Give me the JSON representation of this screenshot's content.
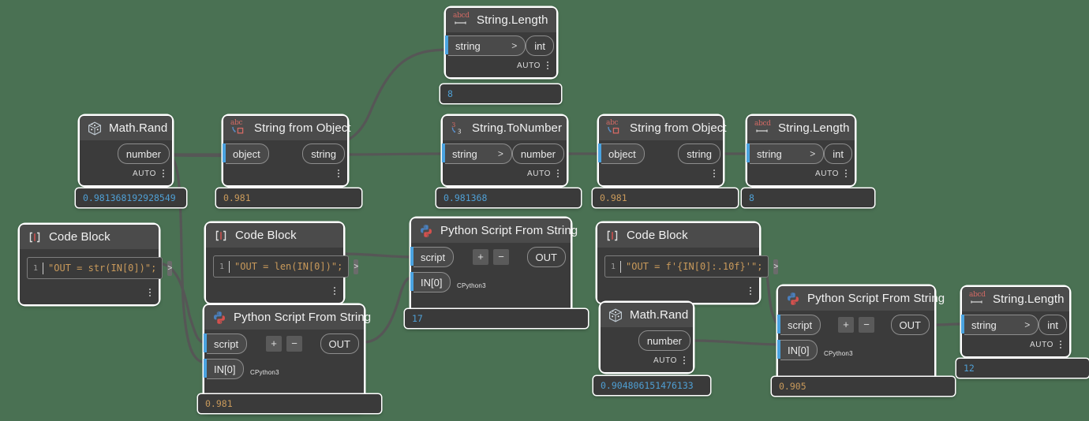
{
  "app": {
    "name": "Dynamo node graph canvas",
    "canvas_background": "#4a7153",
    "node_body_color": "#3b3b3b",
    "node_header_color": "#4b4b4b",
    "port_accent_color": "#4aa3e0",
    "number_preview_color": "#4f9fd4",
    "string_preview_color": "#c99a5b"
  },
  "labels": {
    "auto": "AUTO",
    "engine": "CPython3",
    "plus": "+",
    "minus": "−",
    "caret": ">",
    "line_number": "1"
  },
  "nodes": [
    {
      "id": "string-length-top",
      "title": "String.Length",
      "icon": "abcd-underline-icon",
      "inputs": [
        "string"
      ],
      "outputs": [
        "int"
      ],
      "footer": "AUTO",
      "preview": "8",
      "preview_type": "number"
    },
    {
      "id": "math-rand-1",
      "title": "Math.Rand",
      "icon": "dice-icon",
      "inputs": [],
      "outputs": [
        "number"
      ],
      "footer": "AUTO",
      "preview": "0.981368192928549",
      "preview_type": "number"
    },
    {
      "id": "string-from-object-1",
      "title": "String from Object",
      "icon": "abc-object-icon",
      "inputs": [
        "object"
      ],
      "outputs": [
        "string"
      ],
      "footer": "",
      "preview": "0.981",
      "preview_type": "string"
    },
    {
      "id": "string-tonumber",
      "title": "String.ToNumber",
      "icon": "number-convert-icon",
      "inputs": [
        "string"
      ],
      "outputs": [
        "number"
      ],
      "footer": "AUTO",
      "preview": "0.981368",
      "preview_type": "number"
    },
    {
      "id": "string-from-object-2",
      "title": "String from Object",
      "icon": "abc-object-icon",
      "inputs": [
        "object"
      ],
      "outputs": [
        "string"
      ],
      "footer": "",
      "preview": "0.981",
      "preview_type": "string"
    },
    {
      "id": "string-length-2",
      "title": "String.Length",
      "icon": "abcd-underline-icon",
      "inputs": [
        "string"
      ],
      "outputs": [
        "int"
      ],
      "footer": "AUTO",
      "preview": "8",
      "preview_type": "number"
    },
    {
      "id": "code-block-1",
      "title": "Code Block",
      "icon": "brackets-icon",
      "code": "\"OUT = str(IN[0])\";",
      "preview": null
    },
    {
      "id": "code-block-2",
      "title": "Code Block",
      "icon": "brackets-icon",
      "code": "\"OUT = len(IN[0])\";",
      "preview": null
    },
    {
      "id": "python-1",
      "title": "Python Script From String",
      "icon": "python-icon",
      "inputs": [
        "script",
        "IN[0]"
      ],
      "outputs": [
        "OUT"
      ],
      "engine": "CPython3",
      "preview": "17",
      "preview_type": "number"
    },
    {
      "id": "python-2",
      "title": "Python Script From String",
      "icon": "python-icon",
      "inputs": [
        "script",
        "IN[0]"
      ],
      "outputs": [
        "OUT"
      ],
      "engine": "CPython3",
      "preview": "0.981",
      "preview_type": "string"
    },
    {
      "id": "code-block-3",
      "title": "Code Block",
      "icon": "brackets-icon",
      "code": "\"OUT = f'{IN[0]:.10f}'\";",
      "preview": null
    },
    {
      "id": "math-rand-2",
      "title": "Math.Rand",
      "icon": "dice-icon",
      "inputs": [],
      "outputs": [
        "number"
      ],
      "footer": "AUTO",
      "preview": "0.904806151476133",
      "preview_type": "number"
    },
    {
      "id": "python-3",
      "title": "Python Script From String",
      "icon": "python-icon",
      "inputs": [
        "script",
        "IN[0]"
      ],
      "outputs": [
        "OUT"
      ],
      "engine": "CPython3",
      "preview": "0.905",
      "preview_type": "string"
    },
    {
      "id": "string-length-3",
      "title": "String.Length",
      "icon": "abcd-underline-icon",
      "inputs": [
        "string"
      ],
      "outputs": [
        "int"
      ],
      "footer": "AUTO",
      "preview": "12",
      "preview_type": "number"
    }
  ]
}
